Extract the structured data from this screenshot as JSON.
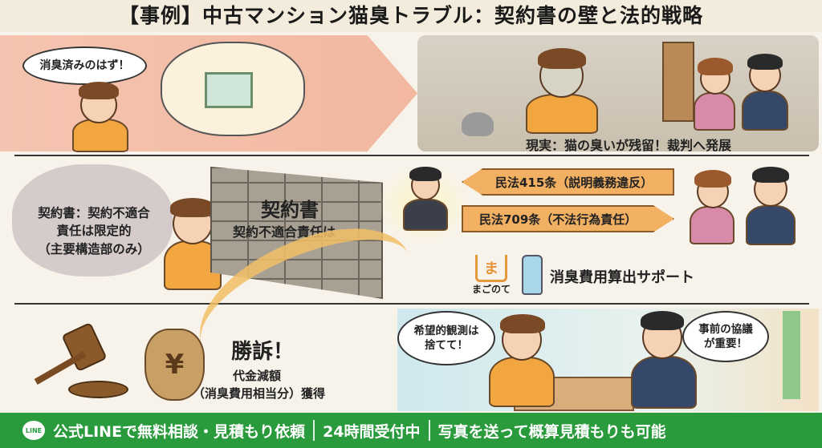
{
  "title": "【事例】中古マンション猫臭トラブル：契約書の壁と法的戦略",
  "top": {
    "thought": "消臭済みのはず！",
    "reality": "現実：猫の臭いが残留！裁判へ発展"
  },
  "middle": {
    "contract_note": [
      "契約書：契約不適合",
      "責任は限定的",
      "（主要構造部のみ）"
    ],
    "wall_title": "契約書",
    "wall_sub": "契約不適合責任は",
    "arrow_415": "民法415条（説明義務違反）",
    "arrow_709": "民法709条（不法行為責任）",
    "logo_text": "まごのて",
    "logo_mark": "ま",
    "support": "消臭費用算出サポート"
  },
  "bottom": {
    "win": "勝訴！",
    "result1": "代金減額",
    "result2": "（消臭費用相当分）獲得",
    "yen": "¥",
    "speech_left": [
      "希望的観測は",
      "捨てて！"
    ],
    "speech_right": [
      "事前の協議",
      "が重要！"
    ]
  },
  "footer": {
    "line_icon": "LINE",
    "items": [
      "公式LINEで無料相談・見積もり依頼",
      "24時間受付中",
      "写真を送って概算見積もりも可能"
    ]
  },
  "colors": {
    "footer": "#2a9b3c",
    "arrow": "#f2b063",
    "title_bg": "#f3ecdc"
  }
}
